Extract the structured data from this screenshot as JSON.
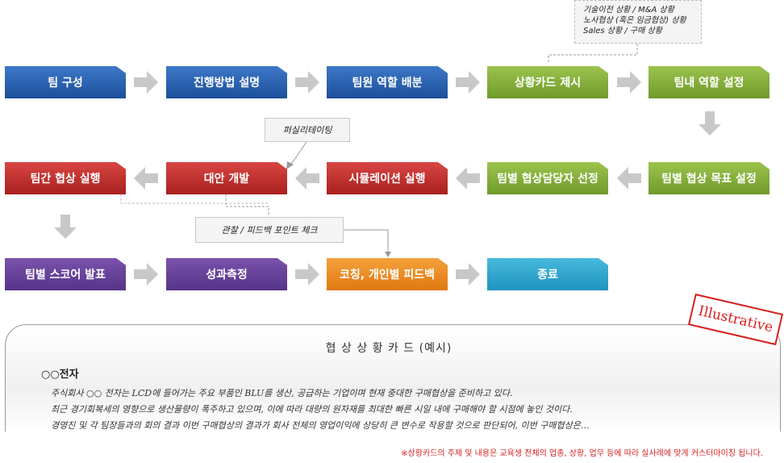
{
  "top_note": {
    "lines": [
      "기술이전 상황 / M&A 상황",
      "노사협상 (혹은 임금협상) 상황",
      "Sales 상황 / 구매 상황"
    ]
  },
  "flow": {
    "row1": [
      "팀 구성",
      "진행방법 설명",
      "팀원 역할 배분",
      "상황카드 제시",
      "팀내 역할 설정"
    ],
    "row2": [
      "팀간 협상 실행",
      "대안 개발",
      "시뮬레이션 실행",
      "팀별 협상담당자 선정",
      "팀별 협상 목표 설정"
    ],
    "row3": [
      "팀별 스코어 발표",
      "성과측정",
      "코칭, 개인별 피드백",
      "종료"
    ]
  },
  "notes": {
    "facilitating": "퍼실리테이팅",
    "observation": "관찰 / 피드백 포인트 체크"
  },
  "stamp": "Illustrative",
  "card": {
    "title": "협 상 상 황 카 드 (예시)",
    "company": "○○전자",
    "lines": [
      "주식회사 ○○ 전자는 LCD에 들어가는 주요 부품인 BLU를 생산, 공급하는 기업이며 현재 중대한 구매협상을 준비하고 있다.",
      "최근 경기회복세의 영향으로 생산물량이 폭주하고 있으며, 이에 따라 대량의 원자재를 최대한 빠른 시일 내에 구매해야 할 시점에 놓인 것이다.",
      "경영진 및 각 팀장들과의 회의 결과 이번 구매협상의 결과가 회사 전체의 영업이익에 상당히 큰 변수로 작용할 것으로 판단되어, 이번 구매협상은…"
    ]
  },
  "footnote": "※상황카드의 주제 및 내용은 교육생 전체의 업종, 상황, 업무 등에 따라 실사례에 맞게 커스터마이징 됩니다.",
  "colors": {
    "blue": "#2a62b4",
    "green": "#86b03c",
    "red": "#c0302d",
    "purple": "#67429c",
    "orange": "#ee8c24",
    "cyan": "#33a9d2",
    "arrow": "#c8c8c8",
    "stamp": "#d62020"
  }
}
